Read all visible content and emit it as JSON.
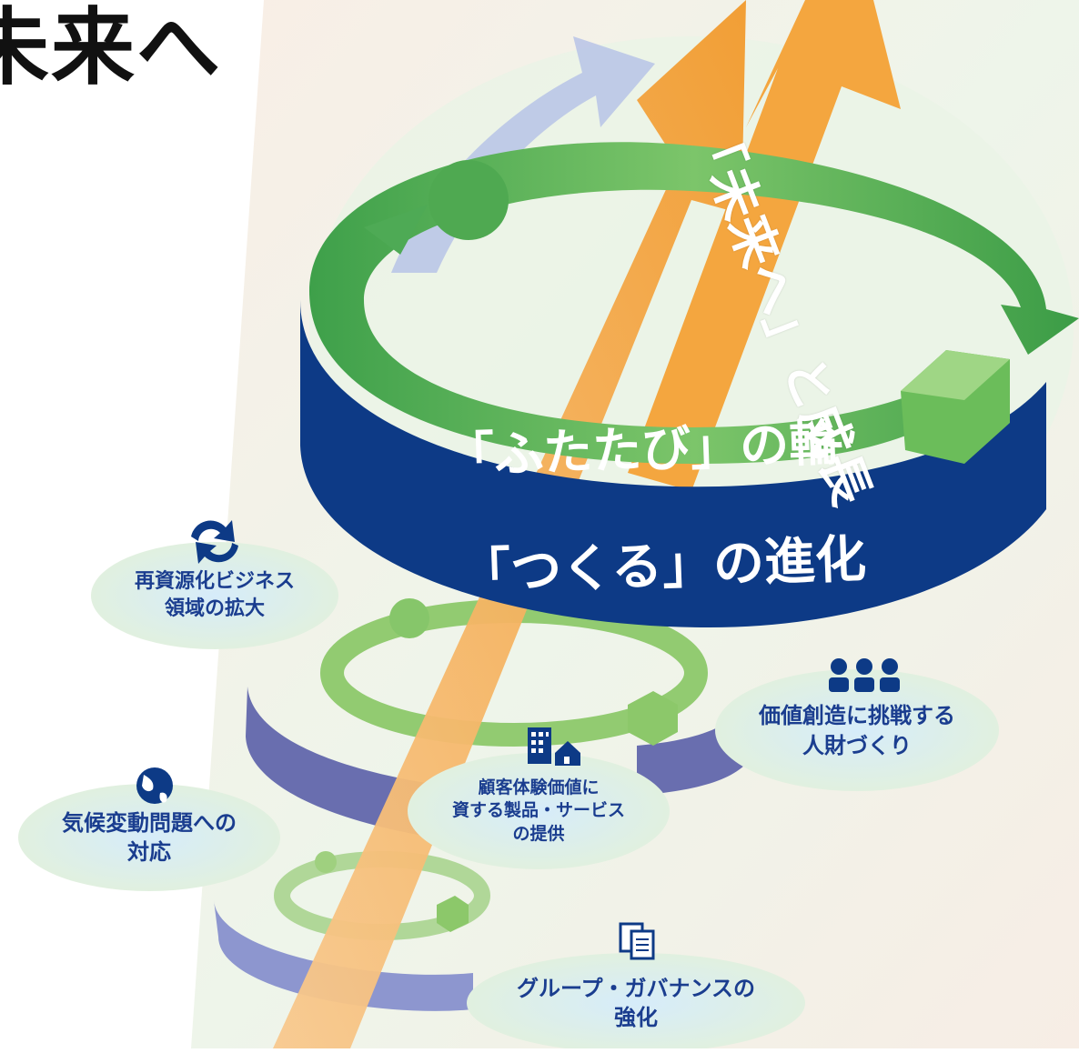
{
  "title": "未来へ",
  "arrow_label": "「未来へ」と成長",
  "ring_label_upper": "「ふたたび」の輪",
  "ring_label_lower": "「つくる」の進化",
  "themes": {
    "resource": {
      "line1": "再資源化ビジネス",
      "line2": "領域の拡大",
      "icon": "recycle-icon"
    },
    "people": {
      "line1": "価値創造に挑戦する",
      "line2": "人財づくり",
      "icon": "people-icon"
    },
    "customer": {
      "line1": "顧客体験価値に",
      "line2": "資する製品・サービス",
      "line3": "の提供",
      "icon": "buildings-icon"
    },
    "climate": {
      "line1": "気候変動問題への",
      "line2": "対応",
      "icon": "globe-icon"
    },
    "governance": {
      "line1": "グループ・ガバナンスの",
      "line2": "強化",
      "icon": "document-icon"
    }
  },
  "colors": {
    "green": "#5cb85c",
    "navy": "#0d3a86",
    "orange": "#f4a63f",
    "lavender": "#b7c3e6",
    "bubble": "#d7ecd6"
  }
}
